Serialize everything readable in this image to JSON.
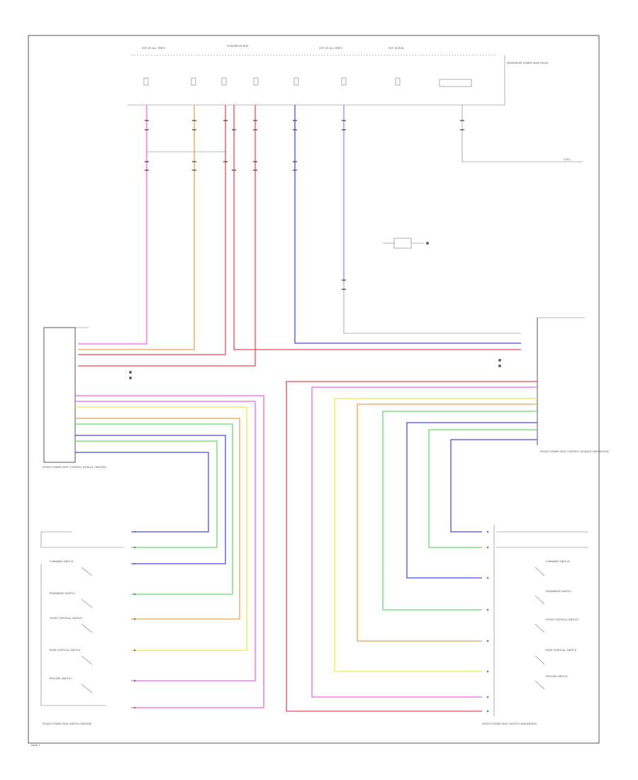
{
  "colors": {
    "pink": "#ee66ee",
    "orange": "#f0a050",
    "red": "#e84a5a",
    "blue": "#4a4ae8",
    "lightblue": "#8c8cf0",
    "green": "#66dd66",
    "yellow": "#eeee44",
    "magenta": "#ee66cc",
    "black": "#444444"
  },
  "icons": [
    "ground-icon",
    "connector-icon",
    "switch-icon",
    "splice-icon"
  ],
  "labels": {
    "fuse_left": "HOT AT ALL TIMES",
    "fuse_mid": "HOT AT ALL TIMES",
    "fuse_right": "HOT IN RUN",
    "fuse_box": "FUSE/RELAY BOX",
    "relay_label": "PASSENGER POWER SEAT RELAY",
    "ground_right": "G201",
    "left_module": "FRONT POWER SEAT CONTROL MODULE (DRIVER)",
    "right_module": "FRONT POWER SEAT CONTROL MODULE (PASSENGER)",
    "left_switch_assy": "FRONT POWER SEAT SWITCH (DRIVER)",
    "right_switch_assy": "FRONT POWER SEAT SWITCH (PASSENGER)",
    "switches_left": [
      "FORWARD SWITCH",
      "REARWARD SWITCH",
      "FRONT VERTICAL SWITCH",
      "REAR VERTICAL SWITCH",
      "RECLINE SWITCH"
    ],
    "switches_right": [
      "FORWARD SWITCH",
      "REARWARD SWITCH",
      "FRONT VERTICAL SWITCH",
      "REAR VERTICAL SWITCH",
      "RECLINE SWITCH"
    ],
    "footer": "page 1"
  }
}
